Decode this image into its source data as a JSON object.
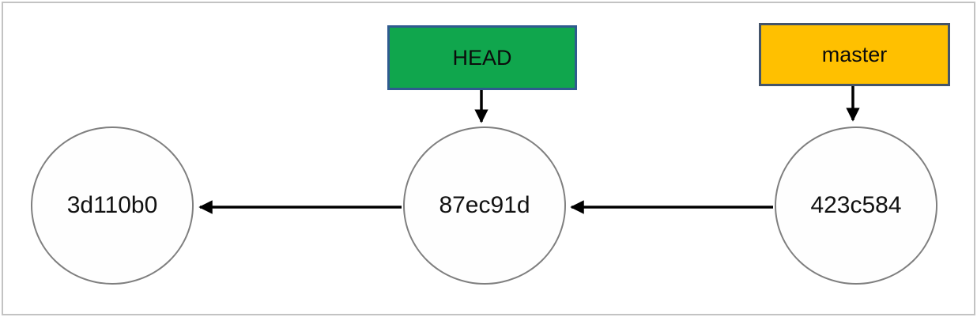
{
  "diagram": {
    "type": "git-commit-graph",
    "tags": [
      {
        "id": "head",
        "label": "HEAD",
        "fill": "#10A64D",
        "border": "#2F5B8F",
        "points_to": "87ec91d"
      },
      {
        "id": "master",
        "label": "master",
        "fill": "#FFC000",
        "border": "#44546A",
        "points_to": "423c584"
      }
    ],
    "commits": [
      {
        "id": "3d110b0",
        "position": "left"
      },
      {
        "id": "87ec91d",
        "position": "middle"
      },
      {
        "id": "423c584",
        "position": "right"
      }
    ],
    "edges": [
      {
        "from": "87ec91d",
        "to": "3d110b0",
        "kind": "parent-pointer"
      },
      {
        "from": "423c584",
        "to": "87ec91d",
        "kind": "parent-pointer"
      },
      {
        "from": "HEAD",
        "to": "87ec91d",
        "kind": "ref-pointer"
      },
      {
        "from": "master",
        "to": "423c584",
        "kind": "ref-pointer"
      }
    ],
    "colors": {
      "node_border": "#7F7F7F",
      "node_fill": "#FEFEFE",
      "arrow": "#000000",
      "frame_border": "#C3C3C3",
      "background": "#FFFFFF"
    }
  }
}
